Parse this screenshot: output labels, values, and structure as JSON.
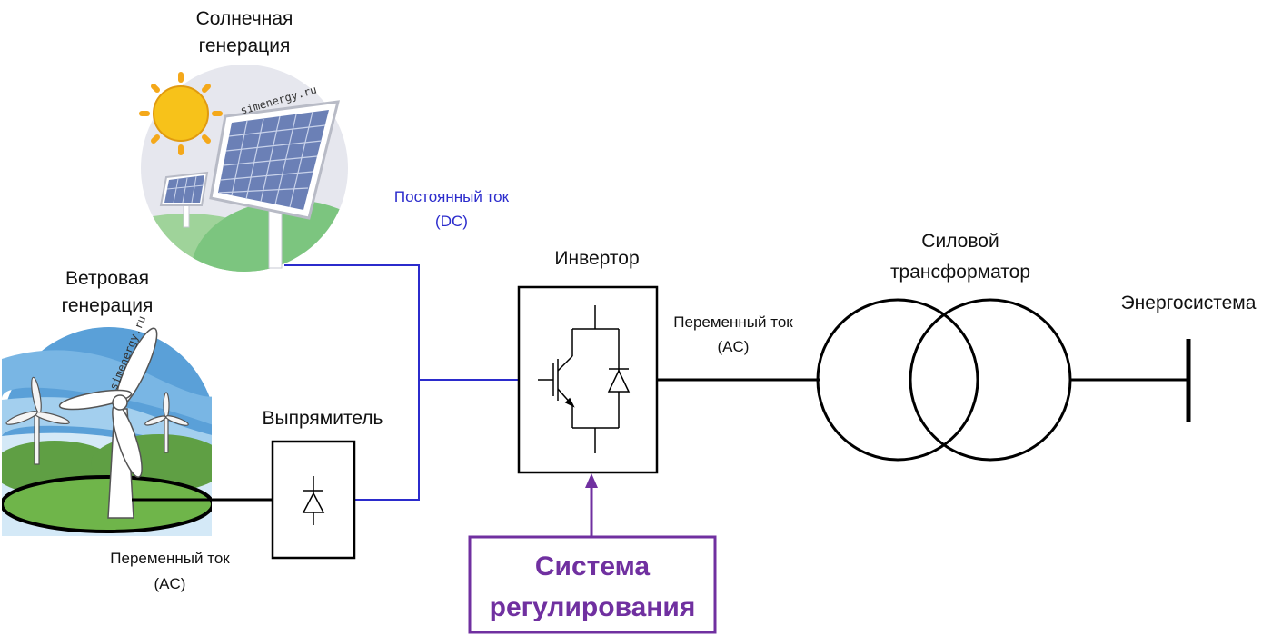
{
  "labels": {
    "solar_line1": "Солнечная",
    "solar_line2": "генерация",
    "wind_line1": "Ветровая",
    "wind_line2": "генерация",
    "dc_line1": "Постоянный ток",
    "dc_line2": "(DC)",
    "rectifier": "Выпрямитель",
    "inverter": "Инвертор",
    "ac_inv_line1": "Переменный ток",
    "ac_inv_line2": "(AC)",
    "transformer_line1": "Силовой",
    "transformer_line2": "трансформатор",
    "grid": "Энергосистема",
    "ac_wind_line1": "Переменный ток",
    "ac_wind_line2": "(AC)",
    "control_line1": "Система",
    "control_line2": "регулирования",
    "watermark_solar": "simenergy.ru",
    "watermark_wind": "simenergy.ru"
  },
  "colors": {
    "dc_line": "#2b2bcc",
    "control": "#7030a0",
    "ac_line": "#000000"
  },
  "icons": {
    "solar": "solar-panel-illustration",
    "wind": "wind-turbine-illustration",
    "rectifier": "diode-symbol",
    "inverter": "igbt-with-diode-symbol",
    "transformer": "two-winding-transformer-symbol",
    "grid": "busbar-symbol"
  }
}
